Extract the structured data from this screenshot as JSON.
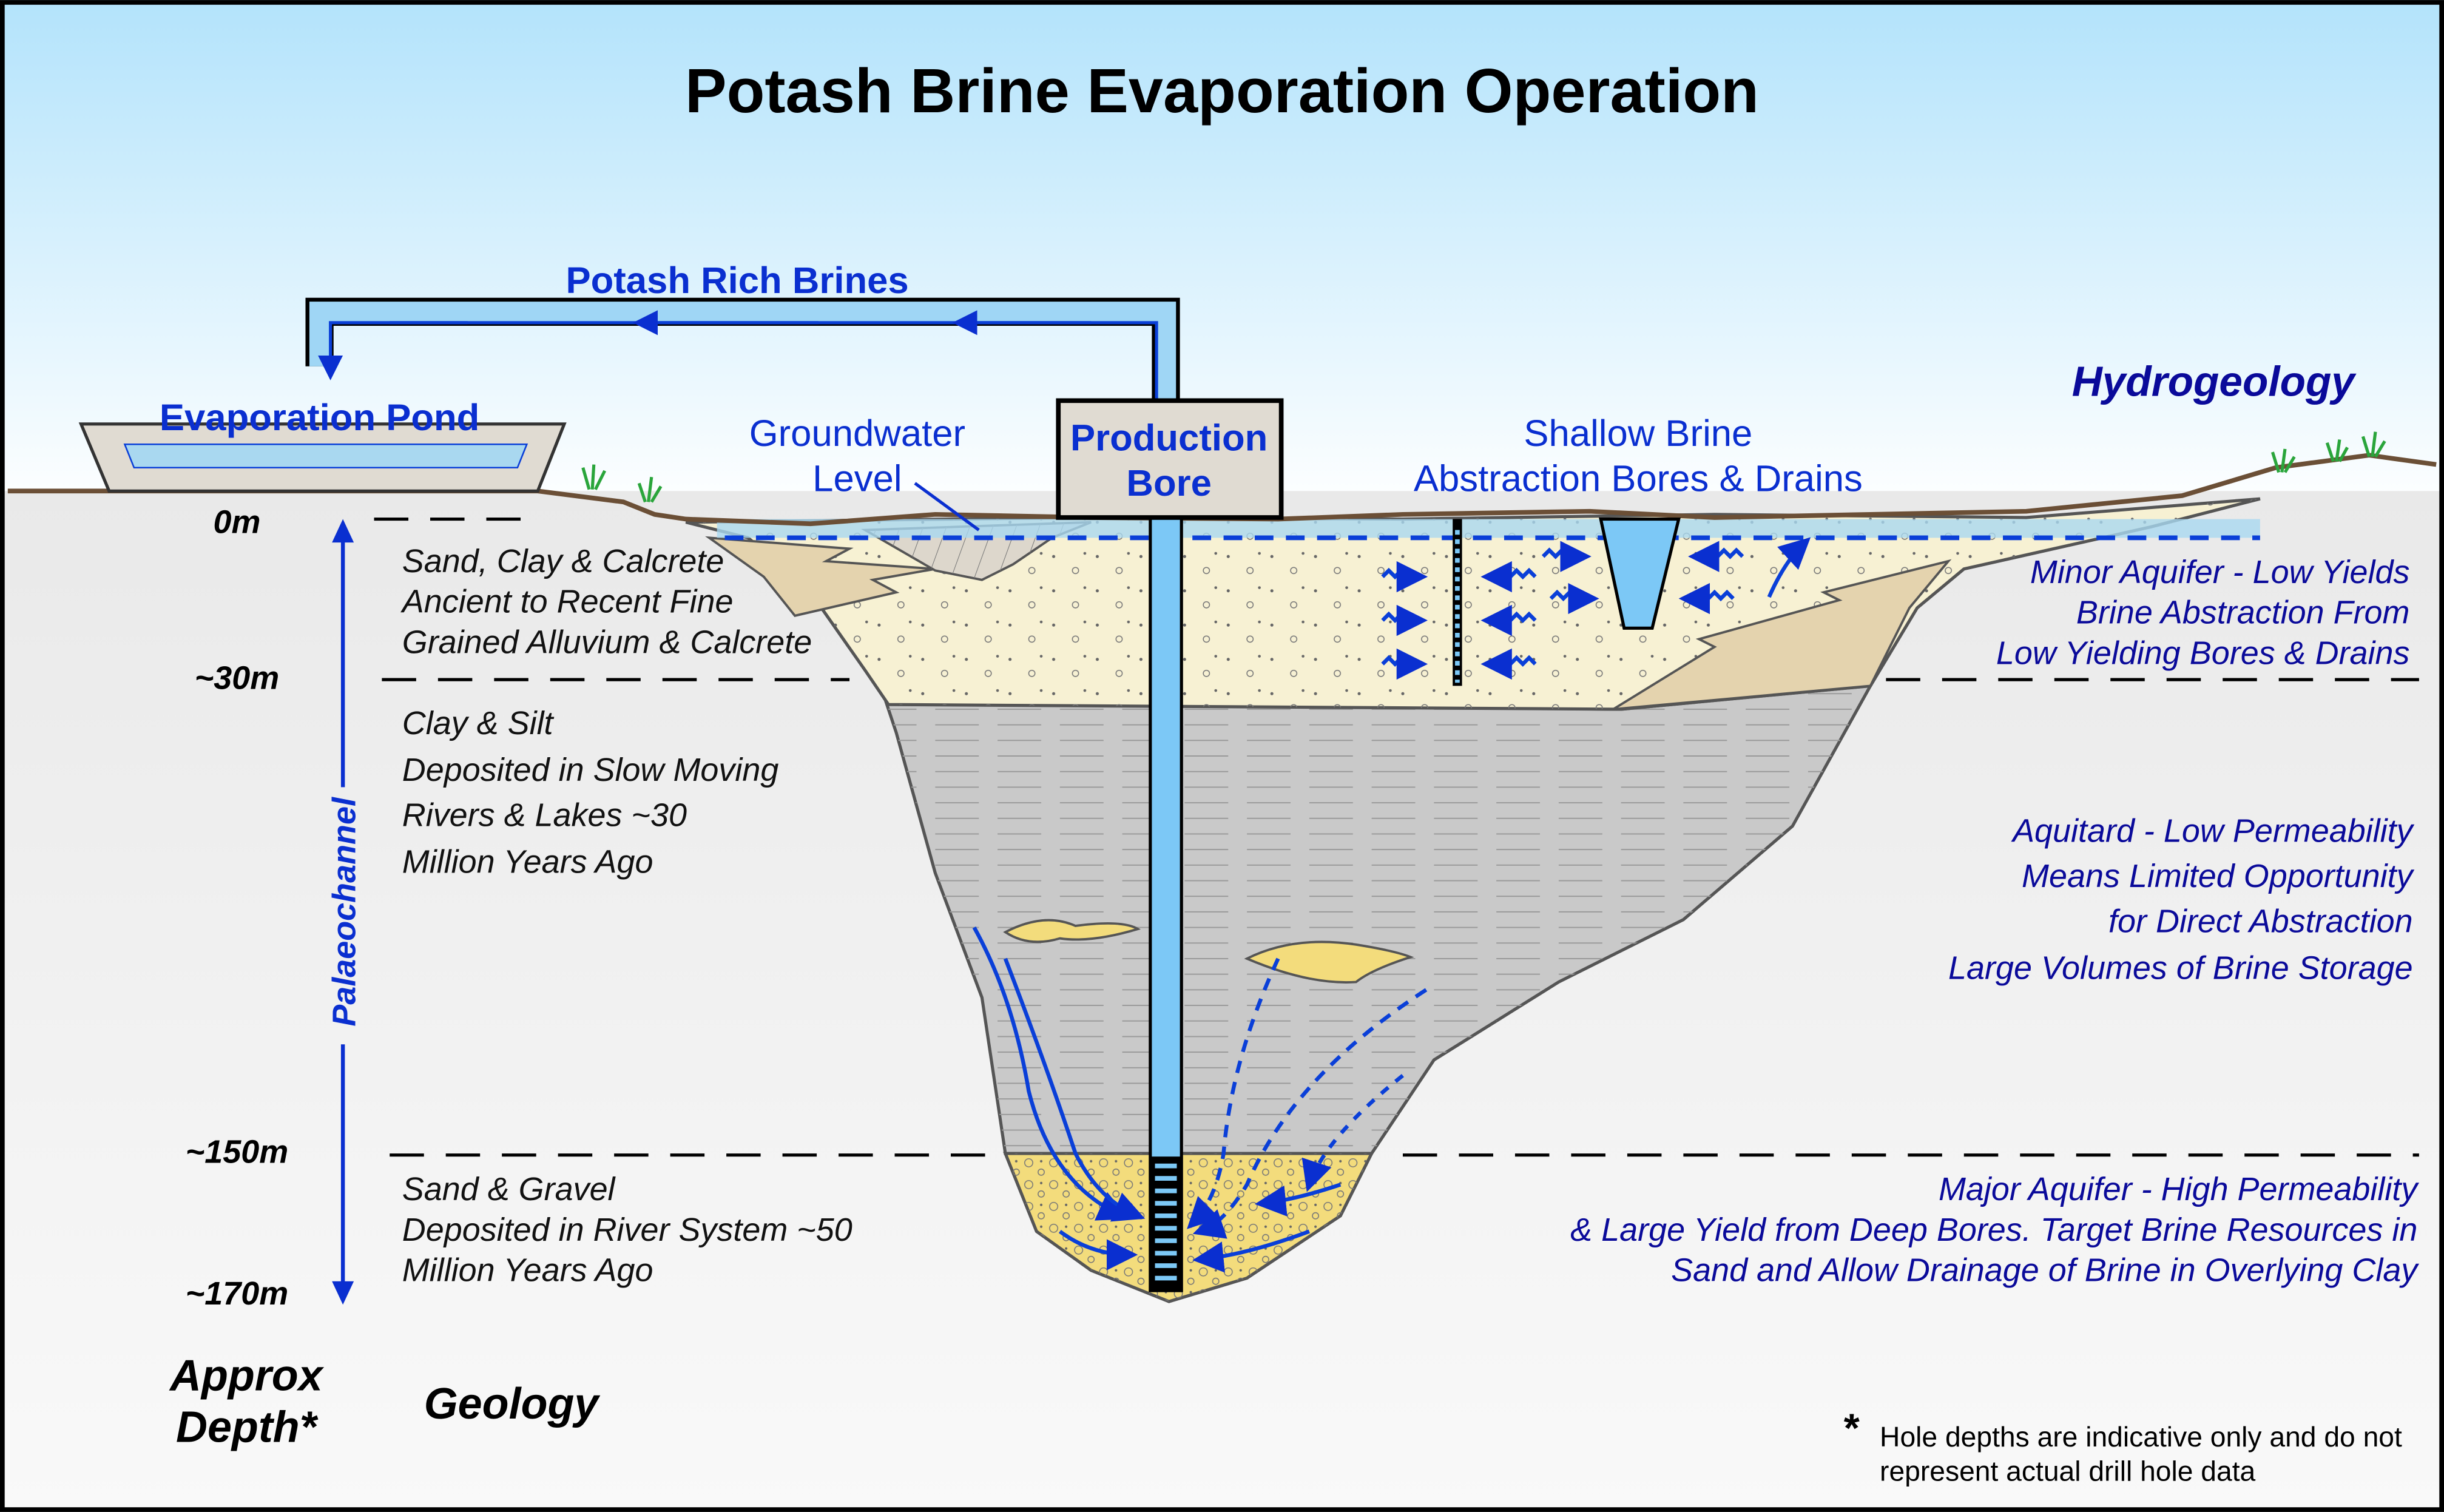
{
  "title": "Potash Brine Evaporation Operation",
  "labels": {
    "potash_rich_brines": "Potash Rich Brines",
    "evaporation_pond": "Evaporation Pond",
    "groundwater_level": [
      "Groundwater",
      "Level"
    ],
    "production_bore": [
      "Production",
      "Bore"
    ],
    "shallow_brine": [
      "Shallow Brine",
      "Abstraction Bores & Drains"
    ],
    "hydrogeology": "Hydrogeology",
    "palaeochannel": "Palaeochannel"
  },
  "depths": [
    "0m",
    "~30m",
    "~150m",
    "~170m"
  ],
  "depth_footer": [
    "Approx",
    "Depth*"
  ],
  "geology_heading": "Geology",
  "geology": {
    "upper": [
      "Sand, Clay & Calcrete",
      "Ancient to Recent Fine",
      "Grained Alluvium & Calcrete"
    ],
    "middle": [
      "Clay & Silt",
      "Deposited in Slow Moving",
      "Rivers & Lakes ~30",
      "Million Years Ago"
    ],
    "lower": [
      "Sand & Gravel",
      "Deposited in River System ~50",
      "Million Years Ago"
    ]
  },
  "hydrogeology": {
    "upper": [
      "Minor Aquifer - Low Yields",
      "Brine Abstraction From",
      "Low Yielding Bores & Drains"
    ],
    "middle": [
      "Aquitard - Low Permeability",
      "Means Limited Opportunity",
      "for Direct Abstraction",
      "Large Volumes of Brine Storage"
    ],
    "lower": [
      "Major Aquifer - High Permeability",
      "& Large Yield from Deep Bores.  Target Brine Resources in",
      "Sand and Allow Drainage of Brine in Overlying Clay"
    ]
  },
  "footnote": {
    "asterisk": "*",
    "lines": [
      "Hole depths are indicative only and do not",
      "represent actual drill hole data"
    ]
  },
  "colors": {
    "sky_top": "#b3e3fb",
    "ground": "#efefef",
    "sand": "#f7f1d3",
    "clay": "#c9c9c9",
    "gravel": "#f3dc7c",
    "water": "#7cc8f6",
    "label_blue": "#0a2fd0"
  }
}
